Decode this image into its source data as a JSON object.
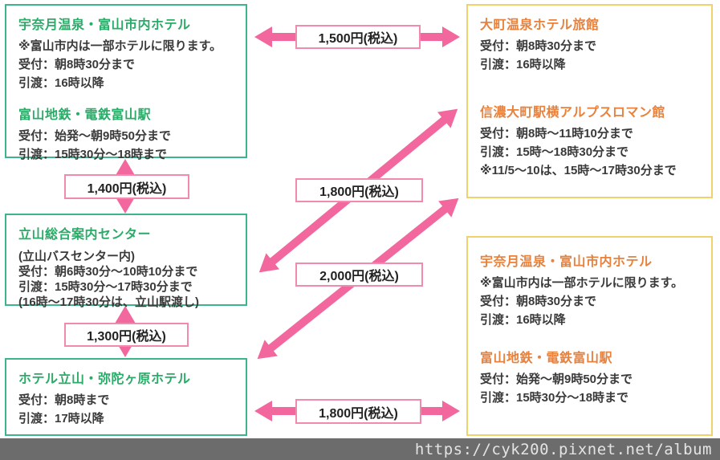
{
  "boxes": {
    "top_left": {
      "sections": [
        {
          "title": "宇奈月温泉・富山市内ホテル",
          "lines": [
            "※富山市内は一部ホテルに限ります。",
            "受付：朝8時30分まで",
            "引渡：16時以降"
          ]
        },
        {
          "title": "富山地鉄・電鉄富山駅",
          "lines": [
            "受付：始発～朝9時50分まで",
            "引渡：15時30分～18時まで"
          ]
        }
      ]
    },
    "middle_left": {
      "sections": [
        {
          "title": "立山総合案内センター",
          "lines": [
            "(立山バスセンター内)",
            "受付：朝6時30分～10時10分まで",
            "引渡：15時30分～17時30分まで",
            "(16時～17時30分は、立山駅渡し)"
          ]
        }
      ]
    },
    "bottom_left": {
      "sections": [
        {
          "title": "ホテル立山・弥陀ヶ原ホテル",
          "lines": [
            "受付：朝8時まで",
            "引渡：17時以降"
          ]
        }
      ]
    },
    "top_right": {
      "sections": [
        {
          "title": "大町温泉ホテル旅館",
          "lines": [
            "受付：朝8時30分まで",
            "引渡：16時以降"
          ]
        },
        {
          "title": "信濃大町駅横アルプスロマン館",
          "lines": [
            "受付：朝8時～11時10分まで",
            "引渡：15時～18時30分まで",
            "※11/5～10は、15時～17時30分まで"
          ]
        }
      ]
    },
    "bottom_right": {
      "sections": [
        {
          "title": "宇奈月温泉・富山市内ホテル",
          "lines": [
            "※富山市内は一部ホテルに限ります。",
            "受付：朝8時30分まで",
            "引渡：16時以降"
          ]
        },
        {
          "title": "富山地鉄・電鉄富山駅",
          "lines": [
            "受付：始発～朝9時50分まで",
            "引渡：15時30分～18時まで"
          ]
        }
      ]
    }
  },
  "prices": {
    "top_horizontal": "1,500円(税込)",
    "left_upper_vertical": "1,400円(税込)",
    "diagonal_upper": "1,800円(税込)",
    "diagonal_lower": "2,000円(税込)",
    "left_lower_vertical": "1,300円(税込)",
    "bottom_horizontal": "1,800円(税込)"
  },
  "watermark": "https://cyk200.pixnet.net/album",
  "colors": {
    "green_border": "#3db489",
    "green_title": "#2aab68",
    "yellow_border": "#eed36a",
    "orange_title": "#e8813c",
    "arrow_pink": "#f2679d",
    "price_border": "#f08bae",
    "watermark_bar": "#6c6c6c"
  }
}
